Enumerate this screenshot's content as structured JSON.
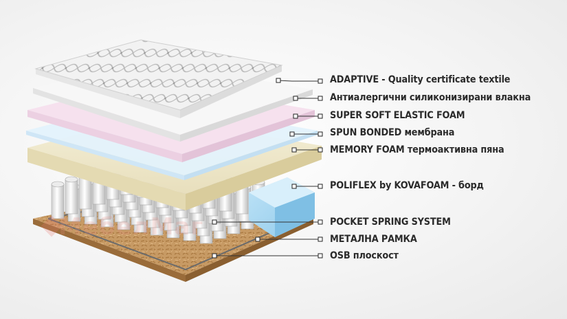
{
  "watermark": "МебелМаг",
  "layers": [
    {
      "id": "adaptive",
      "label": "ADAPTIVE - Quality certificate textile"
    },
    {
      "id": "silicone-fibers",
      "label": "Антиалергични силиконизирани влакна"
    },
    {
      "id": "super-soft-foam",
      "label": "SUPER SOFT ELASTIC FOAM"
    },
    {
      "id": "spun-bonded",
      "label": "SPUN BONDED мембрана"
    },
    {
      "id": "memory-foam",
      "label": "MEMORY FOAM термоактивна пяна"
    },
    {
      "id": "poliflex",
      "label": "POLIFLEX by KOVAFOAM - борд"
    },
    {
      "id": "pocket-spring",
      "label": "POCKET SPRING SYSTEM"
    },
    {
      "id": "metal-frame",
      "label": "МЕТАЛНА РАМКА"
    },
    {
      "id": "osb",
      "label": "OSB плоскост"
    }
  ]
}
